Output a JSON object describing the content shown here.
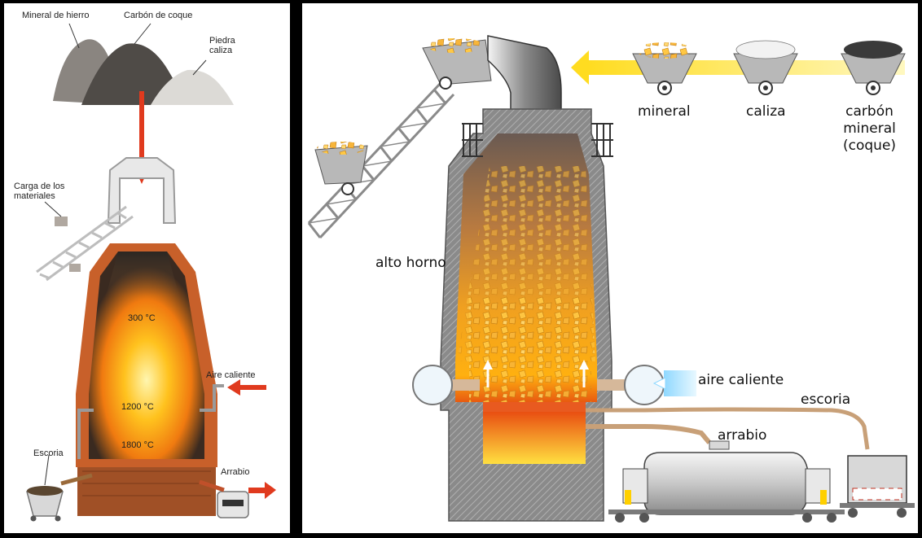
{
  "left_diagram": {
    "labels": {
      "ore": "Mineral de hierro",
      "coke": "Carbón de coque",
      "limestone": "Piedra\ncaliza",
      "charging": "Carga de los\nmateriales",
      "temp_top": "300 °C",
      "temp_mid": "1200 °C",
      "temp_low": "1800 °C",
      "hot_air": "Aire caliente",
      "slag": "Escoria",
      "pig_iron": "Arrabio"
    }
  },
  "right_diagram": {
    "labels": {
      "ore_cart": "mineral",
      "limestone_cart": "caliza",
      "coke_cart": "carbón\nmineral\n(coque)",
      "furnace": "alto horno",
      "hot_air": "aire caliente",
      "slag": "escoria",
      "pig_iron": "arrabio"
    }
  },
  "colors": {
    "brick": "#c8602a",
    "hot_core": "#ffd23a",
    "arrow_red": "#e03a1e",
    "yellow_arrow": "#ffe24a",
    "steel_gray": "#9a9a9a"
  }
}
